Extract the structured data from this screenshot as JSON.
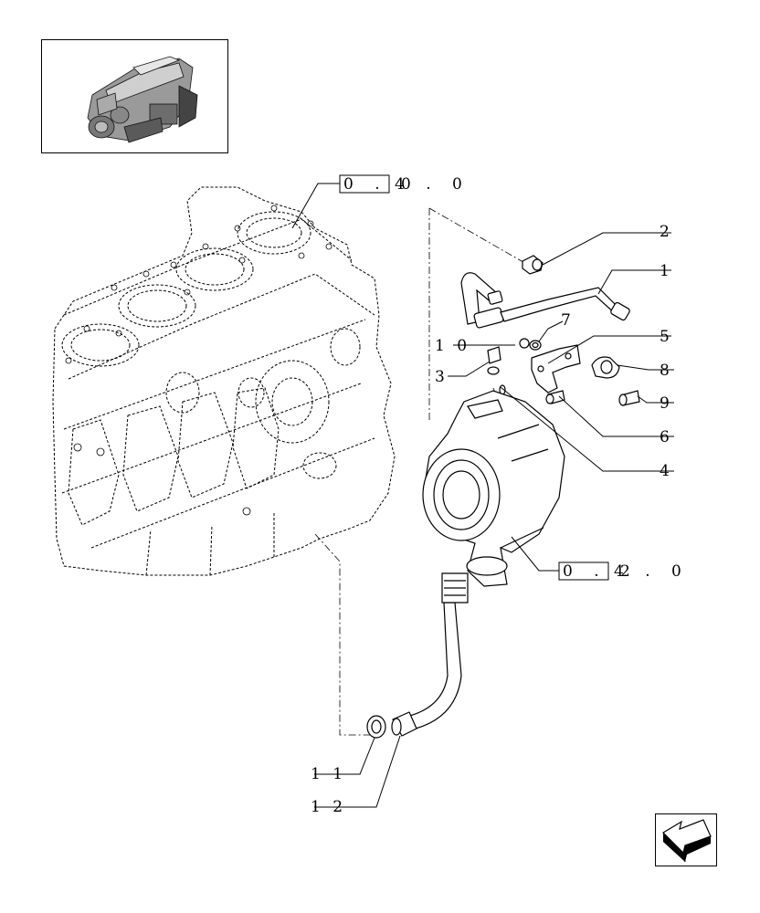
{
  "callouts": {
    "c1": "1",
    "c2": "2",
    "c3": "3",
    "c4": "4",
    "c5": "5",
    "c6": "6",
    "c7": "7",
    "c8": "8",
    "c9": "9",
    "c10": "1 0",
    "c11": "1 1",
    "c12": "1 2"
  },
  "refs": {
    "block_boxed": "0 . 0",
    "block_rest": "4 . 0",
    "turbo_boxed": "0 . 2",
    "turbo_rest": "4 . 0"
  },
  "icons": {
    "thumbnail": "engine-thumbnail-icon",
    "nav": "next-page-arrow-icon"
  }
}
